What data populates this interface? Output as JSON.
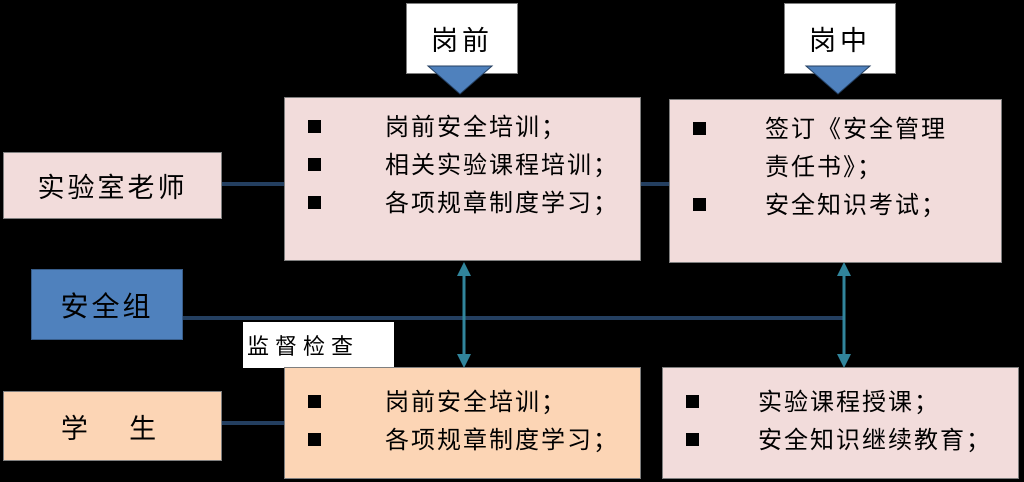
{
  "headers": {
    "before": "岗前",
    "during": "岗中"
  },
  "roles": {
    "teacher": "实验室老师",
    "safety_group": "安全组",
    "student": "学  生"
  },
  "supervision_label": "监督检查",
  "teacher_before": [
    "岗前安全培训；",
    "相关实验课程培训；",
    "各项规章制度学习；"
  ],
  "teacher_during": [
    "签订《安全管理",
    "责任书》；",
    "安全知识考试；"
  ],
  "student_before": [
    "岗前安全培训；",
    "各项规章制度学习；"
  ],
  "student_during": [
    "实验课程授课；",
    "安全知识继续教育；"
  ],
  "colors": {
    "background": "#000000",
    "pink": "#f2dcdb",
    "peach": "#fcd5b5",
    "blue": "#4f81bd",
    "connector": "#243f60"
  }
}
